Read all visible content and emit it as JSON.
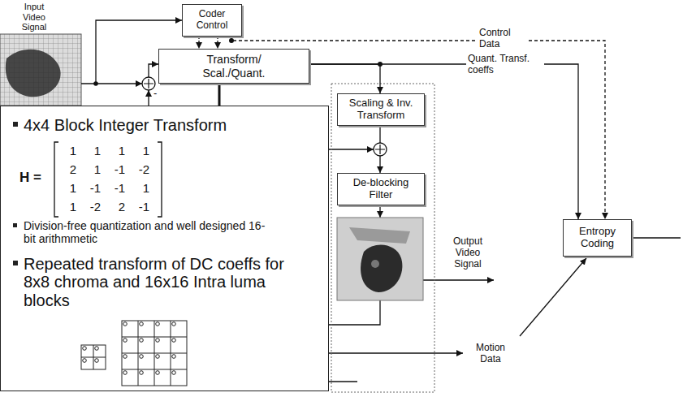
{
  "diagram": {
    "nodes": [
      {
        "text": [
          "Coder Control"
        ]
      },
      {
        "text": [
          "Transform/ Scal./Quant."
        ]
      },
      {
        "text": [
          "Scaling & Inv. Transform"
        ]
      },
      {
        "text": [
          "De-blocking Filter"
        ]
      },
      {
        "text": [
          "Entropy Coding"
        ]
      },
      {
        "text": [
          "4x4 Block Integer Transform",
          "Division-free quantization and well designed 16-bit arithmmetic",
          "Repeated transform of DC coeffs for 8x8 chroma and 16x16 Intra luma blocks"
        ]
      }
    ],
    "edges": [
      {
        "from": 0,
        "to": 1,
        "arrow": "to"
      },
      {
        "from": 0,
        "to": 1,
        "arrow": "to"
      },
      {
        "from": 0,
        "to": 4,
        "label": "Control Data",
        "arrow": "to"
      },
      {
        "from": 1,
        "to": 4,
        "label": "Quant. Transf. coeffs",
        "arrow": "to"
      },
      {
        "from": 1,
        "to": 2,
        "arrow": "to"
      },
      {
        "from": 2,
        "to": 3,
        "arrow": "to"
      },
      {
        "from": 5,
        "to": 1,
        "arrow": "none"
      }
    ],
    "labels": [
      "Input Video Signal",
      "-",
      "H =",
      "1",
      "1",
      "1",
      "1",
      "2",
      "1",
      "-1",
      "-2",
      "1",
      "-1",
      "-1",
      "1",
      "1",
      "-2",
      "2",
      "-1",
      "Output Video Signal",
      "Motion Data"
    ]
  }
}
